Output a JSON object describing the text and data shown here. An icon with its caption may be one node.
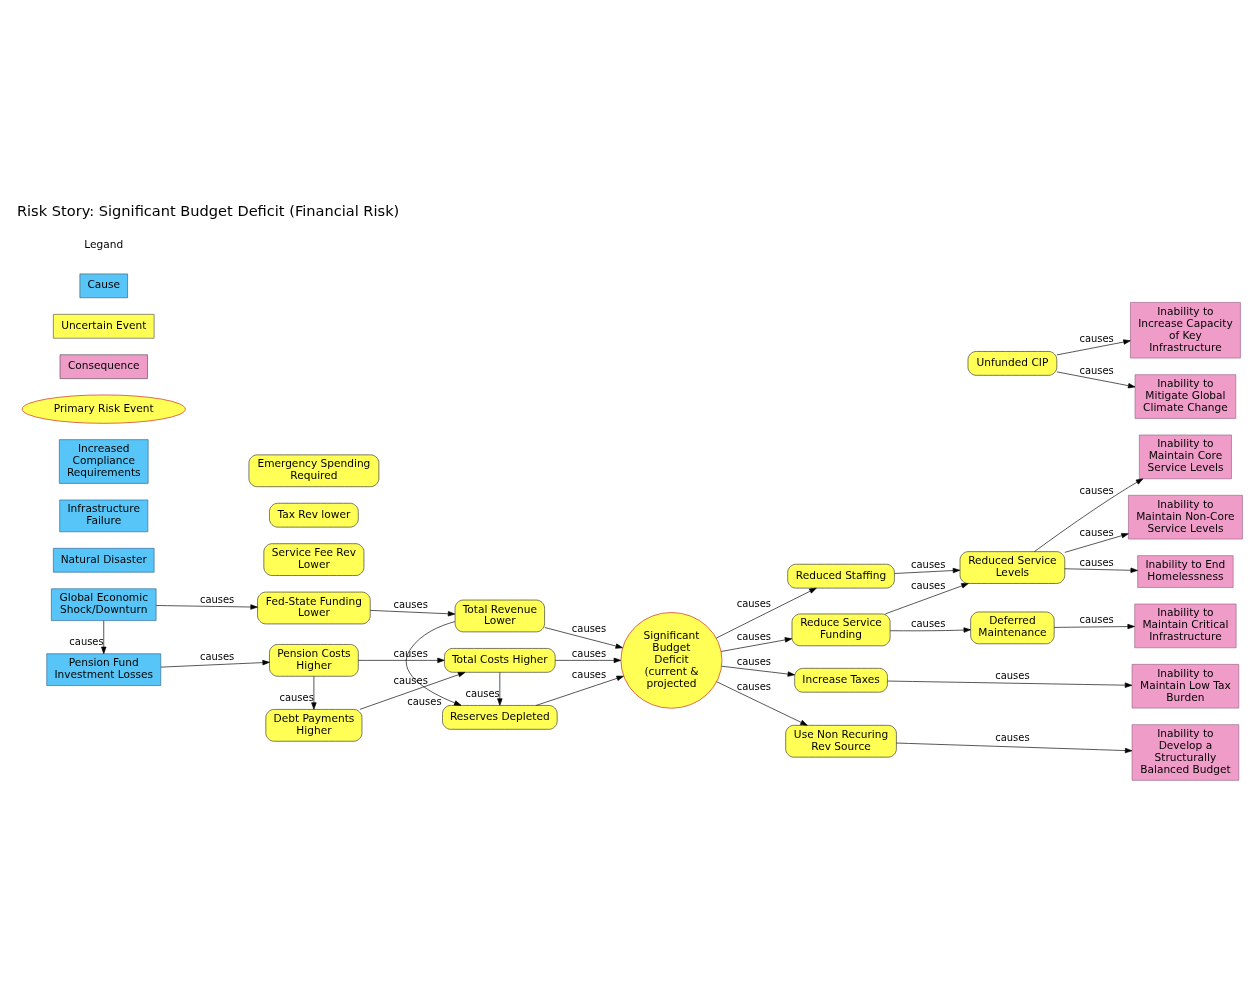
{
  "diagram": {
    "title": "Risk Story: Significant Budget Deficit (Financial Risk)",
    "nodes": [
      {
        "text": [
          "Global Economic Shock/Downturn"
        ]
      },
      {
        "text": [
          "Pension Fund Investment Losses"
        ]
      },
      {
        "text": [
          "Natural Disaster"
        ]
      },
      {
        "text": [
          "Infrastructure Failure"
        ]
      },
      {
        "text": [
          "Increased Compliance Requirements"
        ]
      },
      {
        "text": [
          "Fed-State Funding Lower"
        ]
      },
      {
        "text": [
          "Service Fee Rev Lower"
        ]
      },
      {
        "text": [
          "Tax Rev lower"
        ]
      },
      {
        "text": [
          "Pension Costs Higher"
        ]
      },
      {
        "text": [
          "Debt Payments Higher"
        ]
      },
      {
        "text": [
          "Emergency Spending Required"
        ]
      },
      {
        "text": [
          "Total Revenue Lower"
        ]
      },
      {
        "text": [
          "Reserves Depleted"
        ]
      },
      {
        "text": [
          "Total Costs Higher"
        ]
      },
      {
        "text": [
          "Significant Budget Deficit (current & projected"
        ]
      },
      {
        "text": [
          "Reduced Staffing"
        ]
      },
      {
        "text": [
          "Reduce Service Funding"
        ]
      },
      {
        "text": [
          "Increase Taxes"
        ]
      },
      {
        "text": [
          "Use Non Recuring Rev Source"
        ]
      },
      {
        "text": [
          "Reduced Service Levels"
        ]
      },
      {
        "text": [
          "Deferred Maintenance"
        ]
      },
      {
        "text": [
          "Unfunded CIP"
        ]
      },
      {
        "text": [
          "Inability to Maintain Core Service Levels"
        ]
      },
      {
        "text": [
          "Inability to Maintain Non-Core Service Levels"
        ]
      },
      {
        "text": [
          "Inability to End Homelessness"
        ]
      },
      {
        "text": [
          "Inability to Maintain Critical Infrastructure"
        ]
      },
      {
        "text": [
          "Inability to Maintain Low Tax Burden"
        ]
      },
      {
        "text": [
          "Inability to Increase Capacity of Key Infrastructure"
        ]
      },
      {
        "text": [
          "Inability to Mitigate Global Climate Change"
        ]
      },
      {
        "text": [
          "Inability to Develop a Structurally Balanced Budget"
        ]
      }
    ],
    "edges": [
      {
        "from": 0,
        "to": 5,
        "label": "causes",
        "arrow": "to"
      },
      {
        "from": 0,
        "to": 1,
        "label": "causes",
        "arrow": "to"
      },
      {
        "from": 1,
        "to": 8,
        "label": "causes",
        "arrow": "to"
      },
      {
        "from": 5,
        "to": 11,
        "label": "causes",
        "arrow": "to"
      },
      {
        "from": 8,
        "to": 9,
        "label": "causes",
        "arrow": "to"
      },
      {
        "from": 8,
        "to": 13,
        "label": "causes",
        "arrow": "to"
      },
      {
        "from": 9,
        "to": 13,
        "label": "causes",
        "arrow": "to"
      },
      {
        "from": 11,
        "to": 12,
        "label": "causes",
        "arrow": "to"
      },
      {
        "from": 11,
        "to": 14,
        "label": "causes",
        "arrow": "to"
      },
      {
        "from": 12,
        "to": 14,
        "label": "causes",
        "arrow": "to"
      },
      {
        "from": 13,
        "to": 12,
        "label": "causes",
        "arrow": "to"
      },
      {
        "from": 13,
        "to": 14,
        "label": "causes",
        "arrow": "to"
      },
      {
        "from": 14,
        "to": 15,
        "label": "causes",
        "arrow": "to"
      },
      {
        "from": 14,
        "to": 16,
        "label": "causes",
        "arrow": "to"
      },
      {
        "from": 14,
        "to": 17,
        "label": "causes",
        "arrow": "to"
      },
      {
        "from": 14,
        "to": 18,
        "label": "causes",
        "arrow": "to"
      },
      {
        "from": 15,
        "to": 19,
        "label": "causes",
        "arrow": "to"
      },
      {
        "from": 16,
        "to": 19,
        "label": "causes",
        "arrow": "to"
      },
      {
        "from": 16,
        "to": 20,
        "label": "causes",
        "arrow": "to"
      },
      {
        "from": 19,
        "to": 22,
        "label": "causes",
        "arrow": "to"
      },
      {
        "from": 19,
        "to": 23,
        "label": "causes",
        "arrow": "to"
      },
      {
        "from": 19,
        "to": 24,
        "label": "causes",
        "arrow": "to"
      },
      {
        "from": 20,
        "to": 25,
        "label": "causes",
        "arrow": "to"
      },
      {
        "from": 17,
        "to": 26,
        "label": "causes",
        "arrow": "to"
      },
      {
        "from": 21,
        "to": 27,
        "label": "causes",
        "arrow": "to"
      },
      {
        "from": 21,
        "to": 28,
        "label": "causes",
        "arrow": "to"
      },
      {
        "from": 18,
        "to": 29,
        "label": "causes",
        "arrow": "to"
      }
    ],
    "labels": [
      "Legand"
    ],
    "legend": [
      {
        "text": "Cause",
        "color": "#57c5f7"
      },
      {
        "text": "Uncertain Event",
        "color": "#ffff55"
      },
      {
        "text": "Consequence",
        "color": "#f09cc8"
      },
      {
        "text": "Primary Risk Event"
      }
    ]
  }
}
